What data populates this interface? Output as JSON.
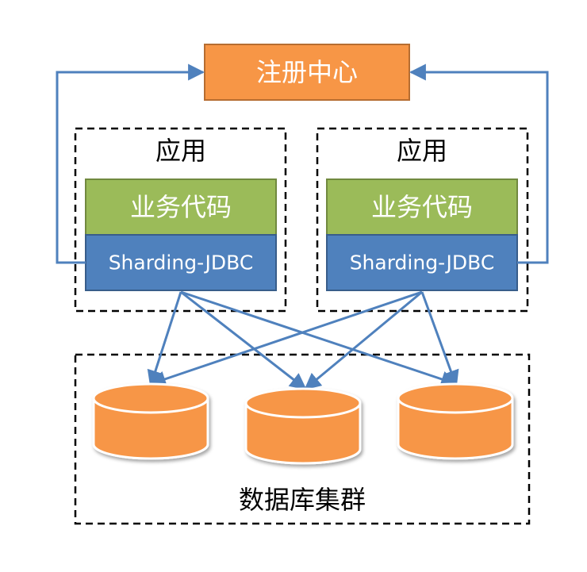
{
  "registry": {
    "label": "注册中心"
  },
  "apps": [
    {
      "title": "应用",
      "business_label": "业务代码",
      "jdbc_label": "Sharding-JDBC"
    },
    {
      "title": "应用",
      "business_label": "业务代码",
      "jdbc_label": "Sharding-JDBC"
    }
  ],
  "database_cluster": {
    "label": "数据库集群",
    "database_count": 3
  },
  "colors": {
    "registry_fill": "#F79646",
    "registry_stroke": "#B66D31",
    "business_fill": "#9BBB59",
    "business_stroke": "#71893F",
    "jdbc_fill": "#4F81BD",
    "jdbc_stroke": "#385D8A",
    "arrow": "#4F81BD",
    "database_fill": "#F79646",
    "database_rim": "#FFFFFF",
    "dashed_border": "#000000"
  }
}
